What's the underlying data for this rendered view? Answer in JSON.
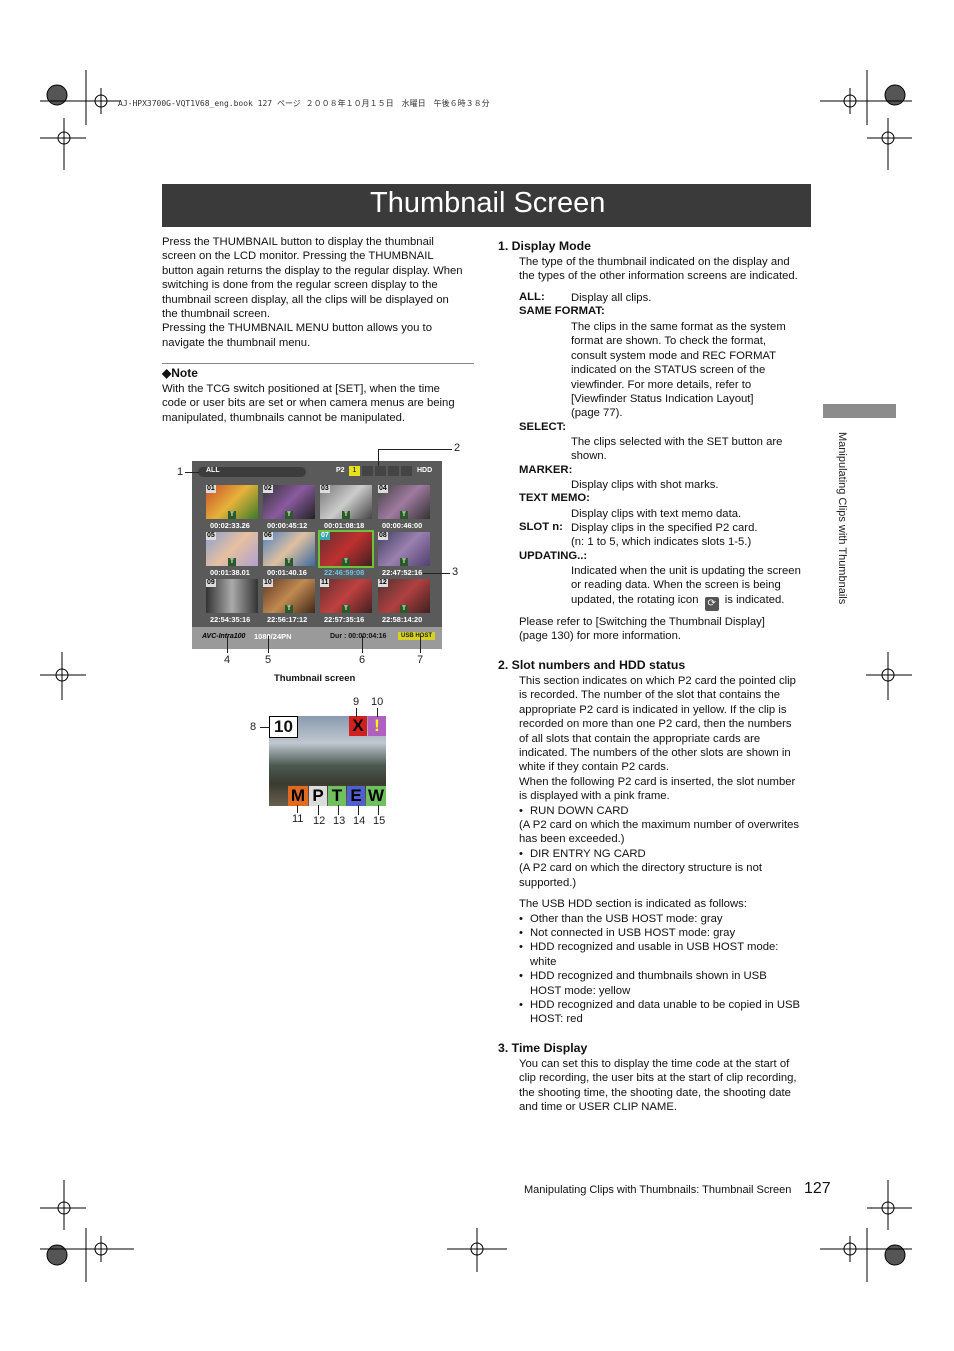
{
  "book_header": "AJ-HPX3700G-VQT1V68_eng.book  127 ページ  ２００８年１０月１５日　水曜日　午後６時３８分",
  "title": "Thumbnail Screen",
  "side_tab_text": "Manipulating Clips with Thumbnails",
  "intro": [
    "Press the THUMBNAIL button to display the thumbnail",
    "screen on the LCD monitor. Pressing the THUMBNAIL",
    "button again returns the display to the regular display. When",
    "switching is done from the regular screen display to the",
    "thumbnail screen display, all the clips will be displayed on",
    "the thumbnail screen.",
    "Pressing the THUMBNAIL MENU button allows you to",
    "navigate the thumbnail menu."
  ],
  "note": {
    "title": "◆Note",
    "lines": [
      "With the TCG switch positioned at [SET], when the time",
      "code or user bits are set or when camera menus are being",
      "manipulated, thumbnails cannot be manipulated."
    ]
  },
  "figure1": {
    "caption": "Thumbnail screen",
    "callouts": [
      "1",
      "2",
      "3",
      "4",
      "5",
      "6",
      "7"
    ],
    "screen": {
      "mode": "ALL",
      "p2": "P2",
      "slot_active": "1",
      "hdd": "HDD",
      "clips": [
        {
          "num": "01",
          "time": "00:02:33.26"
        },
        {
          "num": "02",
          "time": "00:00:45:12"
        },
        {
          "num": "03",
          "time": "00:01:08:18"
        },
        {
          "num": "04",
          "time": "00:00:46:00"
        },
        {
          "num": "05",
          "time": "00:01:38.01"
        },
        {
          "num": "06",
          "time": "00:01:40.16"
        },
        {
          "num": "07",
          "time": "22:46:59:08"
        },
        {
          "num": "08",
          "time": "22:47:52:16"
        },
        {
          "num": "09",
          "time": "22:54:35:16"
        },
        {
          "num": "10",
          "time": "22:56:17:12"
        },
        {
          "num": "11",
          "time": "22:57:35:16"
        },
        {
          "num": "12",
          "time": "22:58:14:20"
        }
      ],
      "t_label": "T",
      "logo": "AVC-Intra100",
      "format": "1080/24PN",
      "duration": "Dur : 00:00:04:16",
      "usb_host": "USB HOST"
    }
  },
  "figure2": {
    "number": "10",
    "top_icons": [
      "X",
      "!"
    ],
    "bottom_icons": [
      "M",
      "P",
      "T",
      "E",
      "W"
    ],
    "callouts": [
      "8",
      "9",
      "10",
      "11",
      "12",
      "13",
      "14",
      "15"
    ]
  },
  "sections": [
    {
      "heading": "1.   Display Mode",
      "intro": [
        "The type of the thumbnail indicated on the display and",
        "the types of the other information screens are indicated."
      ],
      "terms": [
        {
          "term": "ALL:",
          "desc": [
            "Display all clips."
          ]
        },
        {
          "term": "SAME FORMAT:",
          "desc": [
            "The clips in the same format as the system",
            "format are shown. To check the format,",
            "consult system mode and REC FORMAT",
            "indicated on the STATUS screen of the",
            "viewfinder. For more details, refer to",
            "[Viewfinder Status Indication Layout]",
            "(page 77)."
          ]
        },
        {
          "term": "SELECT:",
          "desc": [
            "The clips selected with the SET button are",
            "shown."
          ]
        },
        {
          "term": "MARKER:",
          "desc": [
            "Display clips with shot marks."
          ]
        },
        {
          "term": "TEXT MEMO:",
          "desc": [
            "Display clips with text memo data."
          ]
        },
        {
          "term": "SLOT n:",
          "desc": [
            "Display clips in the specified P2 card.",
            "(n: 1 to 5, which indicates slots 1-5.)"
          ]
        },
        {
          "term": "UPDATING..:",
          "desc": [
            "Indicated when the unit is updating the screen",
            "or reading data. When the screen is being",
            "updated, the rotating icon",
            "is indicated."
          ]
        }
      ],
      "outro": [
        "Please refer to [Switching the Thumbnail Display]",
        "(page 130) for more information."
      ]
    },
    {
      "heading": "2.   Slot numbers and HDD status",
      "body": [
        "This section indicates on which P2 card the pointed clip",
        "is recorded. The number of the slot that contains the",
        "appropriate P2 card is indicated in yellow. If the clip is",
        "recorded on more than one P2 card, then the numbers",
        "of all slots that contain the appropriate cards are",
        "indicated. The numbers of the other slots are shown in",
        "white if they contain P2 cards.",
        "When the following P2 card is inserted, the slot number",
        "is displayed with a pink frame."
      ],
      "pink_items": [
        {
          "bullet": "RUN DOWN CARD",
          "note": [
            "(A P2 card on which the maximum number of overwrites",
            "has been exceeded.)"
          ]
        },
        {
          "bullet": "DIR ENTRY NG CARD",
          "note": [
            "(A P2 card on which the directory structure is not",
            "supported.)"
          ]
        }
      ],
      "usb_intro": "The USB HDD section is indicated as follows:",
      "usb_items": [
        [
          "Other than the USB HOST mode: gray"
        ],
        [
          "Not connected in USB HOST mode: gray"
        ],
        [
          "HDD recognized and usable in USB HOST mode:",
          "white"
        ],
        [
          "HDD recognized and thumbnails shown in USB",
          "HOST mode: yellow"
        ],
        [
          "HDD recognized and data unable to be copied in USB",
          "HOST: red"
        ]
      ]
    },
    {
      "heading": "3.   Time Display",
      "body": [
        "You can set this to display the time code at the start of",
        "clip recording, the user bits at the start of clip recording,",
        "the shooting time, the shooting date, the shooting date",
        "and time or USER CLIP NAME."
      ]
    }
  ],
  "footer": {
    "text": "Manipulating Clips with Thumbnails: Thumbnail Screen",
    "page": "127"
  }
}
